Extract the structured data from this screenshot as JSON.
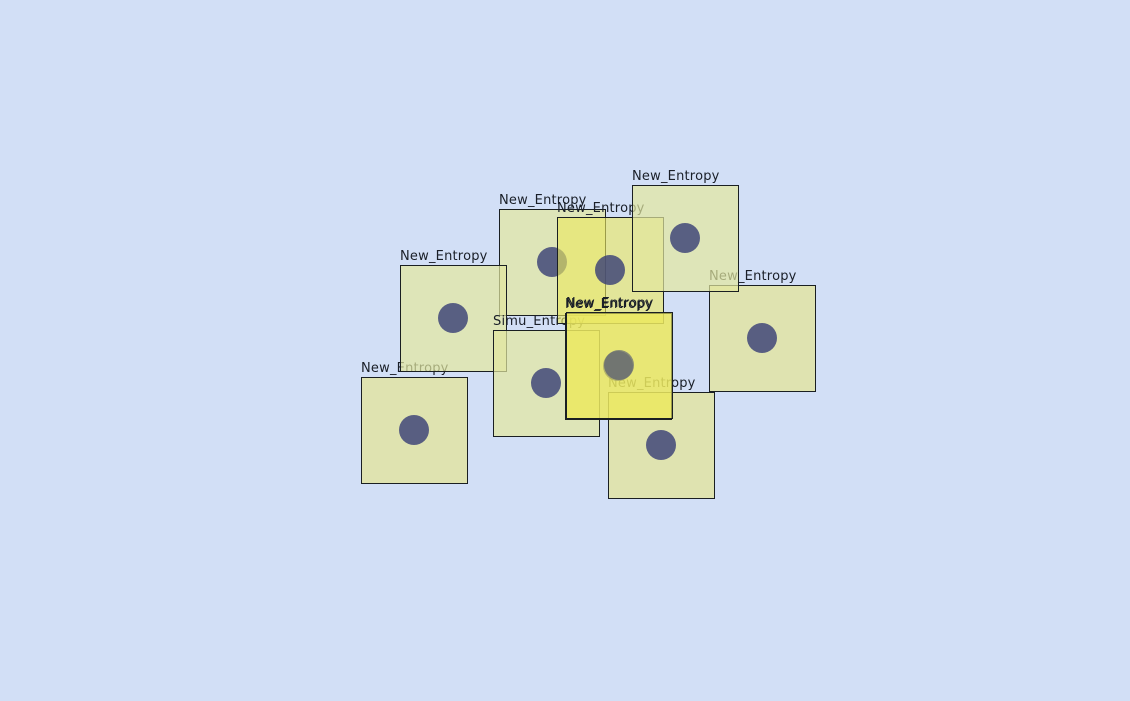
{
  "scene": {
    "entities": [
      {
        "id": "e1",
        "label": "New_Entropy"
      },
      {
        "id": "e2",
        "label": "New_Entropy"
      },
      {
        "id": "e3",
        "label": "New_Entropy"
      },
      {
        "id": "e4",
        "label": "New_Entropy"
      },
      {
        "id": "e5",
        "label": "Simu_Entropy"
      },
      {
        "id": "e6",
        "label": "New_Entropy"
      },
      {
        "id": "e7",
        "label": "New_Entropy"
      },
      {
        "id": "e8",
        "label": "New_Entropy"
      },
      {
        "id": "e9",
        "label": "New_Entropy"
      },
      {
        "id": "e10",
        "label": "New_Entropy"
      }
    ]
  }
}
